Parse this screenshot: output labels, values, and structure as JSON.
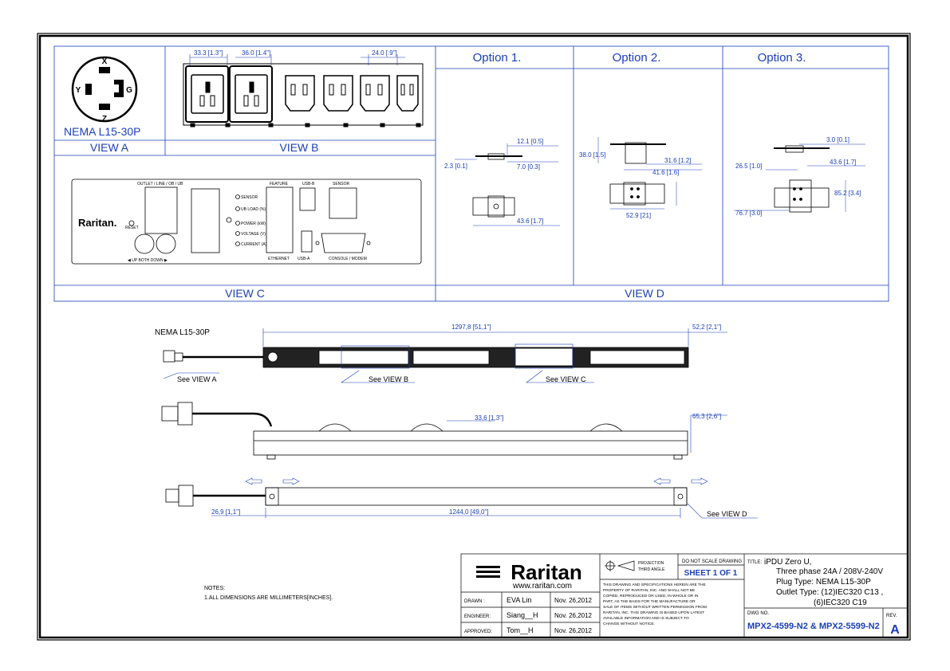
{
  "view_a": {
    "plug_title": "NEMA L15-30P",
    "label": "VIEW A",
    "pins": [
      "X",
      "Y",
      "G",
      "Z"
    ]
  },
  "view_b": {
    "label": "VIEW B",
    "dim1": "33.3 [1.3\"]",
    "dim2": "36.0 [1.4\"]",
    "dim3": "24.0 [.9\"]"
  },
  "view_c": {
    "label": "VIEW C",
    "outlet_label": "OUTLET / LINE / OB / UB",
    "brand": "Raritan.",
    "reset": "RESET",
    "updown": "◀   UP  BOTH  DOWN   ▶",
    "indicators": [
      "SENSOR",
      "UB LOAD (%)",
      "POWER (kW)",
      "VOLTAGE (V)",
      "CURRENT (A)"
    ],
    "feature": "FEATURE",
    "ethernet": "ETHERNET",
    "usb_b": "USB-B",
    "usb_a": "USB-A",
    "sensor": "SENSOR",
    "console": "CONSOLE / MODEM"
  },
  "view_d": {
    "label": "VIEW D",
    "options": [
      {
        "title": "Option 1.",
        "dims": [
          "12.1 [0.5]",
          "2.3 [0.1]",
          "7.0 [0.3]",
          "43.6 [1.7]"
        ]
      },
      {
        "title": "Option  2.",
        "dims": [
          "38.0 [1.5]",
          "31.6 [1.2]",
          "41.6 [1.6]",
          "52.9 [21]"
        ]
      },
      {
        "title": "Option 3.",
        "dims": [
          "3.0 [0.1]",
          "26.5 [1.0]",
          "43.6 [1.7]",
          "85.2 [3.4]",
          "76.7 [3.0]"
        ]
      }
    ]
  },
  "main": {
    "plug_label": "NEMA L15-30P",
    "len_total": "1297,8 [51,1\"]",
    "len_end": "52,2 [2,1\"]",
    "see_a": "See VIEW A",
    "see_b": "See VIEW B",
    "see_c": "See VIEW C",
    "see_d": "See VIEW D",
    "side_dim1": "33,6 [1,3\"]",
    "side_dim2": "65,3 [2,6\"]",
    "bottom_dim1": "26,9 [1,1\"]",
    "bottom_dim2": "1244,0 [49,0\"]"
  },
  "notes": {
    "title": "NOTES:",
    "line1": "1.ALL DIMENSIONS ARE MILLIMETERS[INCHES]."
  },
  "title_block": {
    "brand": "Raritan",
    "url": "www.raritan.com",
    "projection": "PROJECTION",
    "third_angle": "THIRD ANGLE",
    "dont_scale": "DO NOT SCALE DRAWING",
    "sheet": "SHEET 1 OF 1",
    "legal": [
      "THIS DRAWING AND SPECIFICATIONS HEREIN ARE THE",
      "PROPERTY OF RARITAN, INC. AND SHALL NOT BE",
      "COPIED, REPRODUCED OR USED, IN WHOLE OR IN",
      "PART, AS THE BASIS FOR THE MANUFACTURE OR",
      "SALE OF ITEMS WITHOUT WRITTEN PERMISSION FROM",
      "RARITAN, INC. THIS DRAWING IS BASED UPON LATEST",
      "AVAILABLE INFORMATION AND IS SUBJECT TO",
      "CHANGE WITHOUT NOTICE."
    ],
    "drawn_lbl": "DRAWN :",
    "drawn_by": "EVA Lin",
    "drawn_date": "Nov. 26,2012",
    "eng_lbl": "ENGINEER:",
    "eng_by": "Siang__H",
    "eng_date": "Nov. 26,2012",
    "appr_lbl": "APPROVED:",
    "appr_by": "Tom__H",
    "appr_date": "Nov. 26,2012",
    "title_lbl": "TITLE:",
    "title_lines": [
      "iPDU Zero U,",
      "Three phase 24A / 208V-240V",
      "Plug Type: NEMA L15-30P",
      "Outlet Type: (12)IEC320 C13 ,",
      "(6)IEC320 C19"
    ],
    "dwg_lbl": "DWG NO.",
    "dwg_no": "MPX2-4599-N2 & MPX2-5599-N2",
    "rev_lbl": "REV.",
    "rev": "A"
  }
}
